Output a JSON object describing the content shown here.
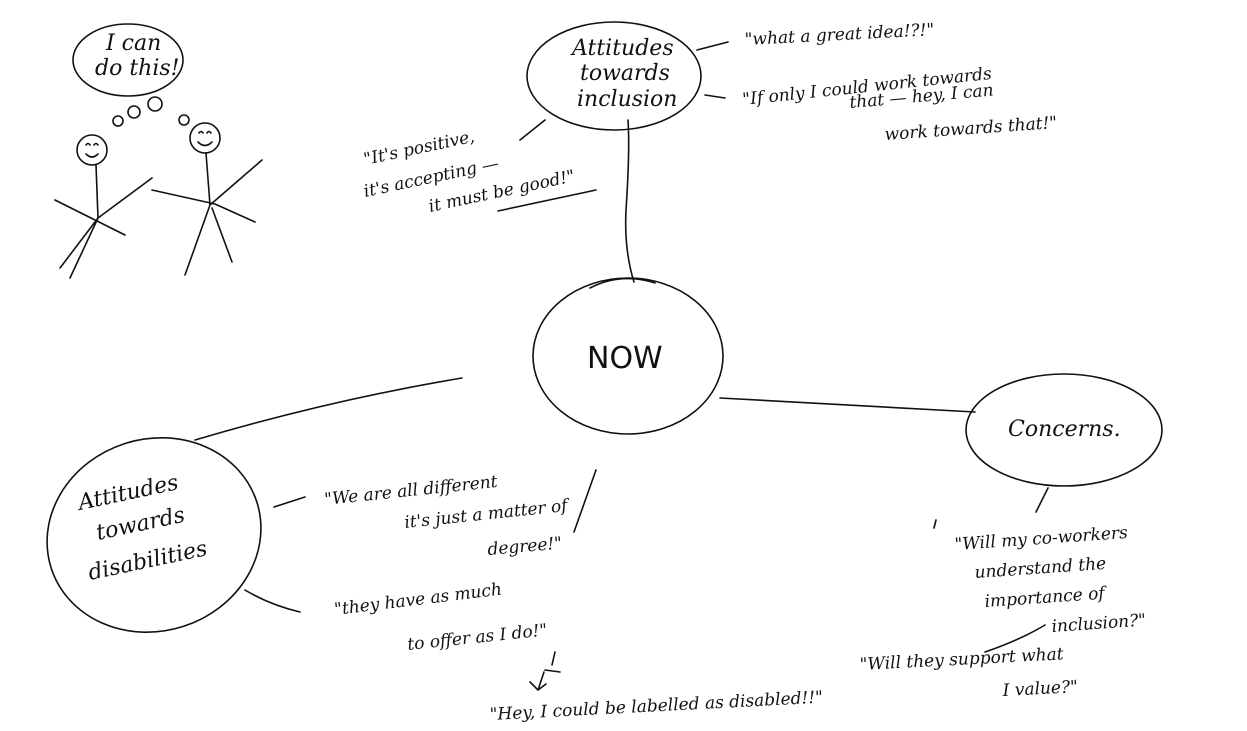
{
  "center": "NOW",
  "bubble": [
    "I can",
    "do this!"
  ],
  "attitudes_inclusion": {
    "label": [
      "Attitudes",
      "towards",
      "inclusion"
    ],
    "quotes": [
      [
        "\"what a great idea!?!\""
      ],
      [
        "\"If only I could work towards",
        "that — hey, I can",
        "work towards that!\""
      ],
      [
        "\"It's positive,",
        "it's accepting —",
        "it must be good!\""
      ]
    ]
  },
  "attitudes_disabilities": {
    "label": [
      "Attitudes",
      "towards",
      "disabilities"
    ],
    "quotes": [
      [
        "\"We are all different",
        "it's just a matter of",
        "degree!\""
      ],
      [
        "\"they have as much",
        "to offer as I do!\""
      ],
      [
        "\"Hey, I could be labelled as disabled!!\""
      ]
    ]
  },
  "concerns": {
    "label": "Concerns.",
    "quotes": [
      [
        "\"Will my co-workers",
        "understand the",
        "importance of",
        "inclusion?\""
      ],
      [
        "\"Will they support what",
        "I value?\""
      ]
    ]
  },
  "colors": {
    "ink": "#111111",
    "paper": "#ffffff"
  }
}
